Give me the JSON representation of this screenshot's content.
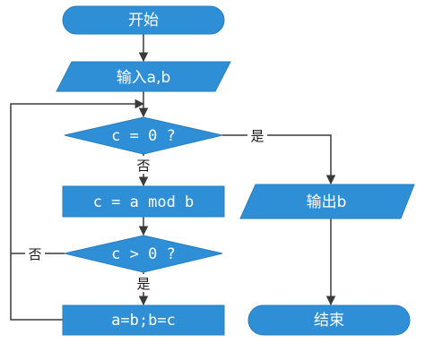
{
  "colors": {
    "node_fill": "#2f8fd6",
    "node_stroke": "#2a7dbd",
    "edge": "#3a3a3a",
    "text": "#ffffff",
    "label": "#1a1a1a"
  },
  "nodes": {
    "start": "开始",
    "input": "输入a,b",
    "cond1": "c = 0 ?",
    "mod": "c = a mod b",
    "cond2": "c > 0 ?",
    "assign": "a=b;b=c",
    "output": "输出b",
    "end": "结束"
  },
  "edge_labels": {
    "cond1_yes": "是",
    "cond1_no": "否",
    "cond2_no": "否",
    "cond2_yes": "是"
  }
}
